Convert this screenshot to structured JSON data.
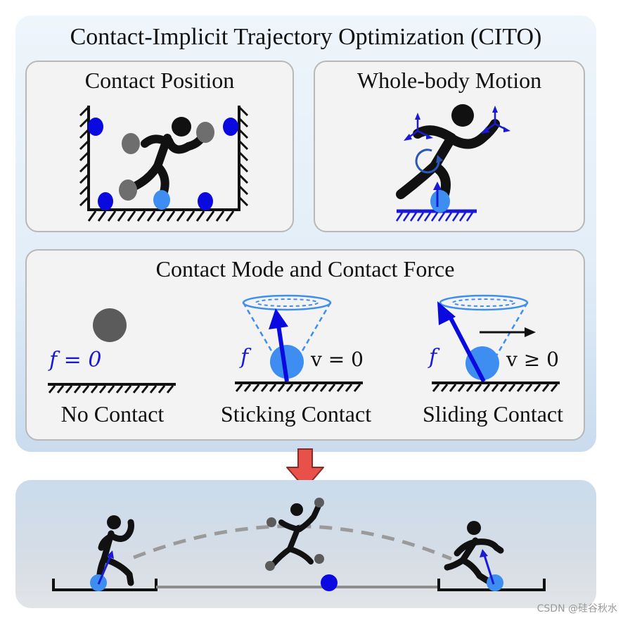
{
  "main_title": "Contact-Implicit Trajectory Optimization (CITO)",
  "panels": {
    "contact_position": {
      "title": "Contact Position"
    },
    "whole_body_motion": {
      "title": "Whole-body Motion"
    },
    "contact_mode": {
      "title": "Contact Mode and Contact Force",
      "cases": [
        {
          "caption": "No Contact",
          "force_label": "f = 0",
          "velocity_label": ""
        },
        {
          "caption": "Sticking Contact",
          "force_label": "f",
          "velocity_label": "v = 0"
        },
        {
          "caption": "Sliding Contact",
          "force_label": "f",
          "velocity_label": "v ≥ 0"
        }
      ]
    }
  },
  "colors": {
    "contact_blue": "#0a0ae0",
    "active_contact": "#3d8ef0",
    "inactive_contact": "#6e6e6e",
    "arrow_red": "#e8504a",
    "figure_black": "#111111"
  },
  "watermark": "CSDN @硅谷秋水"
}
